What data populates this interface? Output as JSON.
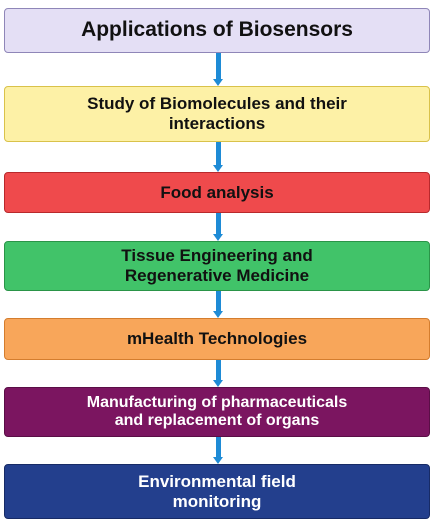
{
  "title": "Applications of Biosensors",
  "steps": [
    {
      "label": "Study of Biomolecules and their\ninteractions",
      "fill": "#fdf1a6",
      "border": "#d9c24a",
      "text_color": "#111111"
    },
    {
      "label": "Food analysis",
      "fill": "#ef4a4c",
      "border": "#b8292c",
      "text_color": "#111111"
    },
    {
      "label": "Tissue Engineering and\nRegenerative Medicine",
      "fill": "#41c369",
      "border": "#2a9448",
      "text_color": "#111111"
    },
    {
      "label": "mHealth Technologies",
      "fill": "#f8a65a",
      "border": "#d47d2e",
      "text_color": "#111111"
    },
    {
      "label": "Manufacturing of pharmaceuticals\nand replacement of organs",
      "fill": "#7b1560",
      "border": "#5a0e46",
      "text_color": "#ffffff"
    },
    {
      "label": "Environmental field\nmonitoring",
      "fill": "#233f8d",
      "border": "#172b66",
      "text_color": "#ffffff"
    }
  ],
  "colors": {
    "title_fill": "#e4dff5",
    "title_border": "#8f86b8",
    "arrow": "#1e8bd6"
  }
}
